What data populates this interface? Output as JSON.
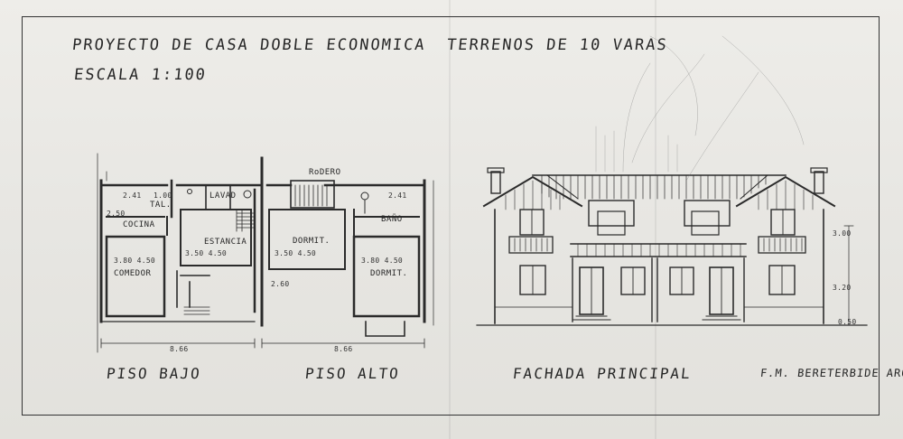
{
  "title": {
    "project": "PROYECTO DE CASA DOBLE ECONOMICA",
    "land": "TERRENOS DE 10 VARAS",
    "scale": "ESCALA 1:100"
  },
  "captions": {
    "ground_floor": "PISO BAJO",
    "upper_floor": "PISO ALTO",
    "facade": "FACHADA PRINCIPAL",
    "signature": "F.M. BERETERBIDE ARQ."
  },
  "ground_floor_rooms": [
    {
      "name": "COCINA",
      "dims": ""
    },
    {
      "name": "COMEDOR",
      "dims": "3.80 4.50"
    },
    {
      "name": "ESTANCIA",
      "dims": "3.50 4.50"
    },
    {
      "name": "LAVAD",
      "dims": ""
    },
    {
      "name": "TAL.",
      "dims": ""
    }
  ],
  "upper_floor_rooms": [
    {
      "name": "RoDERO",
      "dims": ""
    },
    {
      "name": "DORMIT.",
      "dims": "3.50 4.50"
    },
    {
      "name": "DORMIT.",
      "dims": "3.80 4.50"
    },
    {
      "name": "BAÑO",
      "dims": ""
    }
  ],
  "dimensions": {
    "ground_total": "8.66",
    "upper_total": "8.66",
    "d_241": "2.41",
    "d_100": "1.00",
    "d_3": "3.00",
    "d_320": "3.20",
    "d_250": "2.50",
    "d_260": "2.60",
    "d_050": "0.50"
  }
}
